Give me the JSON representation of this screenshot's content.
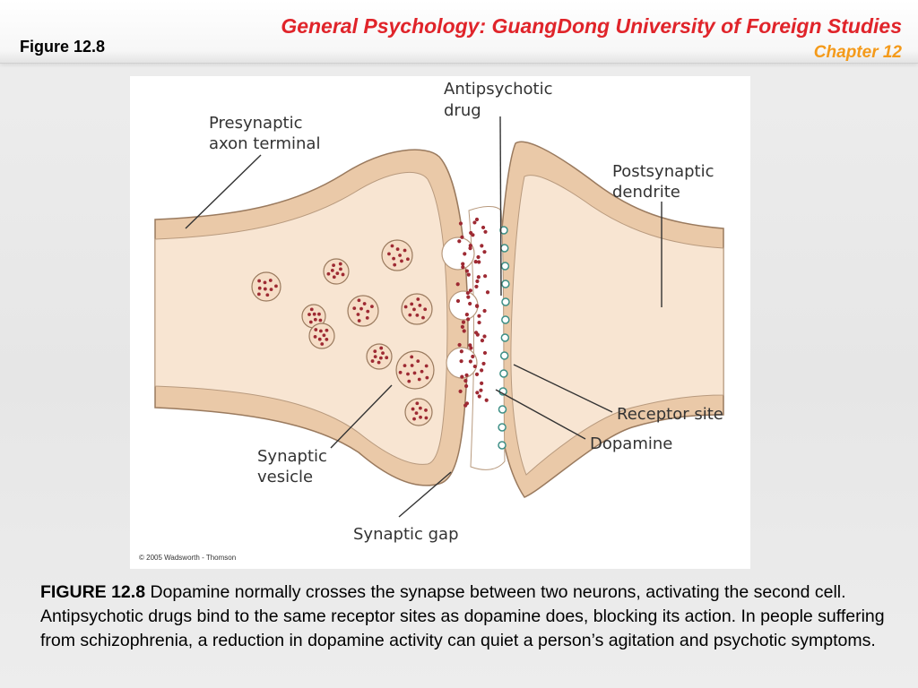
{
  "header": {
    "figure_tag": "Figure 12.8",
    "course_title": "General Psychology: GuangDong University of Foreign Studies",
    "chapter": "Chapter 12"
  },
  "diagram": {
    "labels": {
      "antipsychotic_line1": "Antipsychotic",
      "antipsychotic_line2": "drug",
      "presynaptic_line1": "Presynaptic",
      "presynaptic_line2": "axon terminal",
      "postsynaptic_line1": "Postsynaptic",
      "postsynaptic_line2": "dendrite",
      "receptor_site": "Receptor site",
      "dopamine": "Dopamine",
      "vesicle_line1": "Synaptic",
      "vesicle_line2": "vesicle",
      "synaptic_gap": "Synaptic gap"
    },
    "copyright": "© 2005 Wadsworth - Thomson"
  },
  "caption": {
    "lead": "FIGURE 12.8",
    "text": " Dopamine normally crosses the synapse between two neurons, activating the second cell. Antipsychotic drugs bind to the same receptor sites as dopamine does, blocking its action. In people suffering from schizophrenia, a reduction in dopamine activity can quiet a person’s agitation and psychotic symptoms."
  },
  "colors": {
    "title_red": "#e0242a",
    "chapter_orange": "#f49a1a",
    "membrane": "#eac9a8",
    "cytoplasm": "#f8e5d2",
    "dopamine_dot": "#9e2a33",
    "receptor_teal": "#3d8f86"
  }
}
